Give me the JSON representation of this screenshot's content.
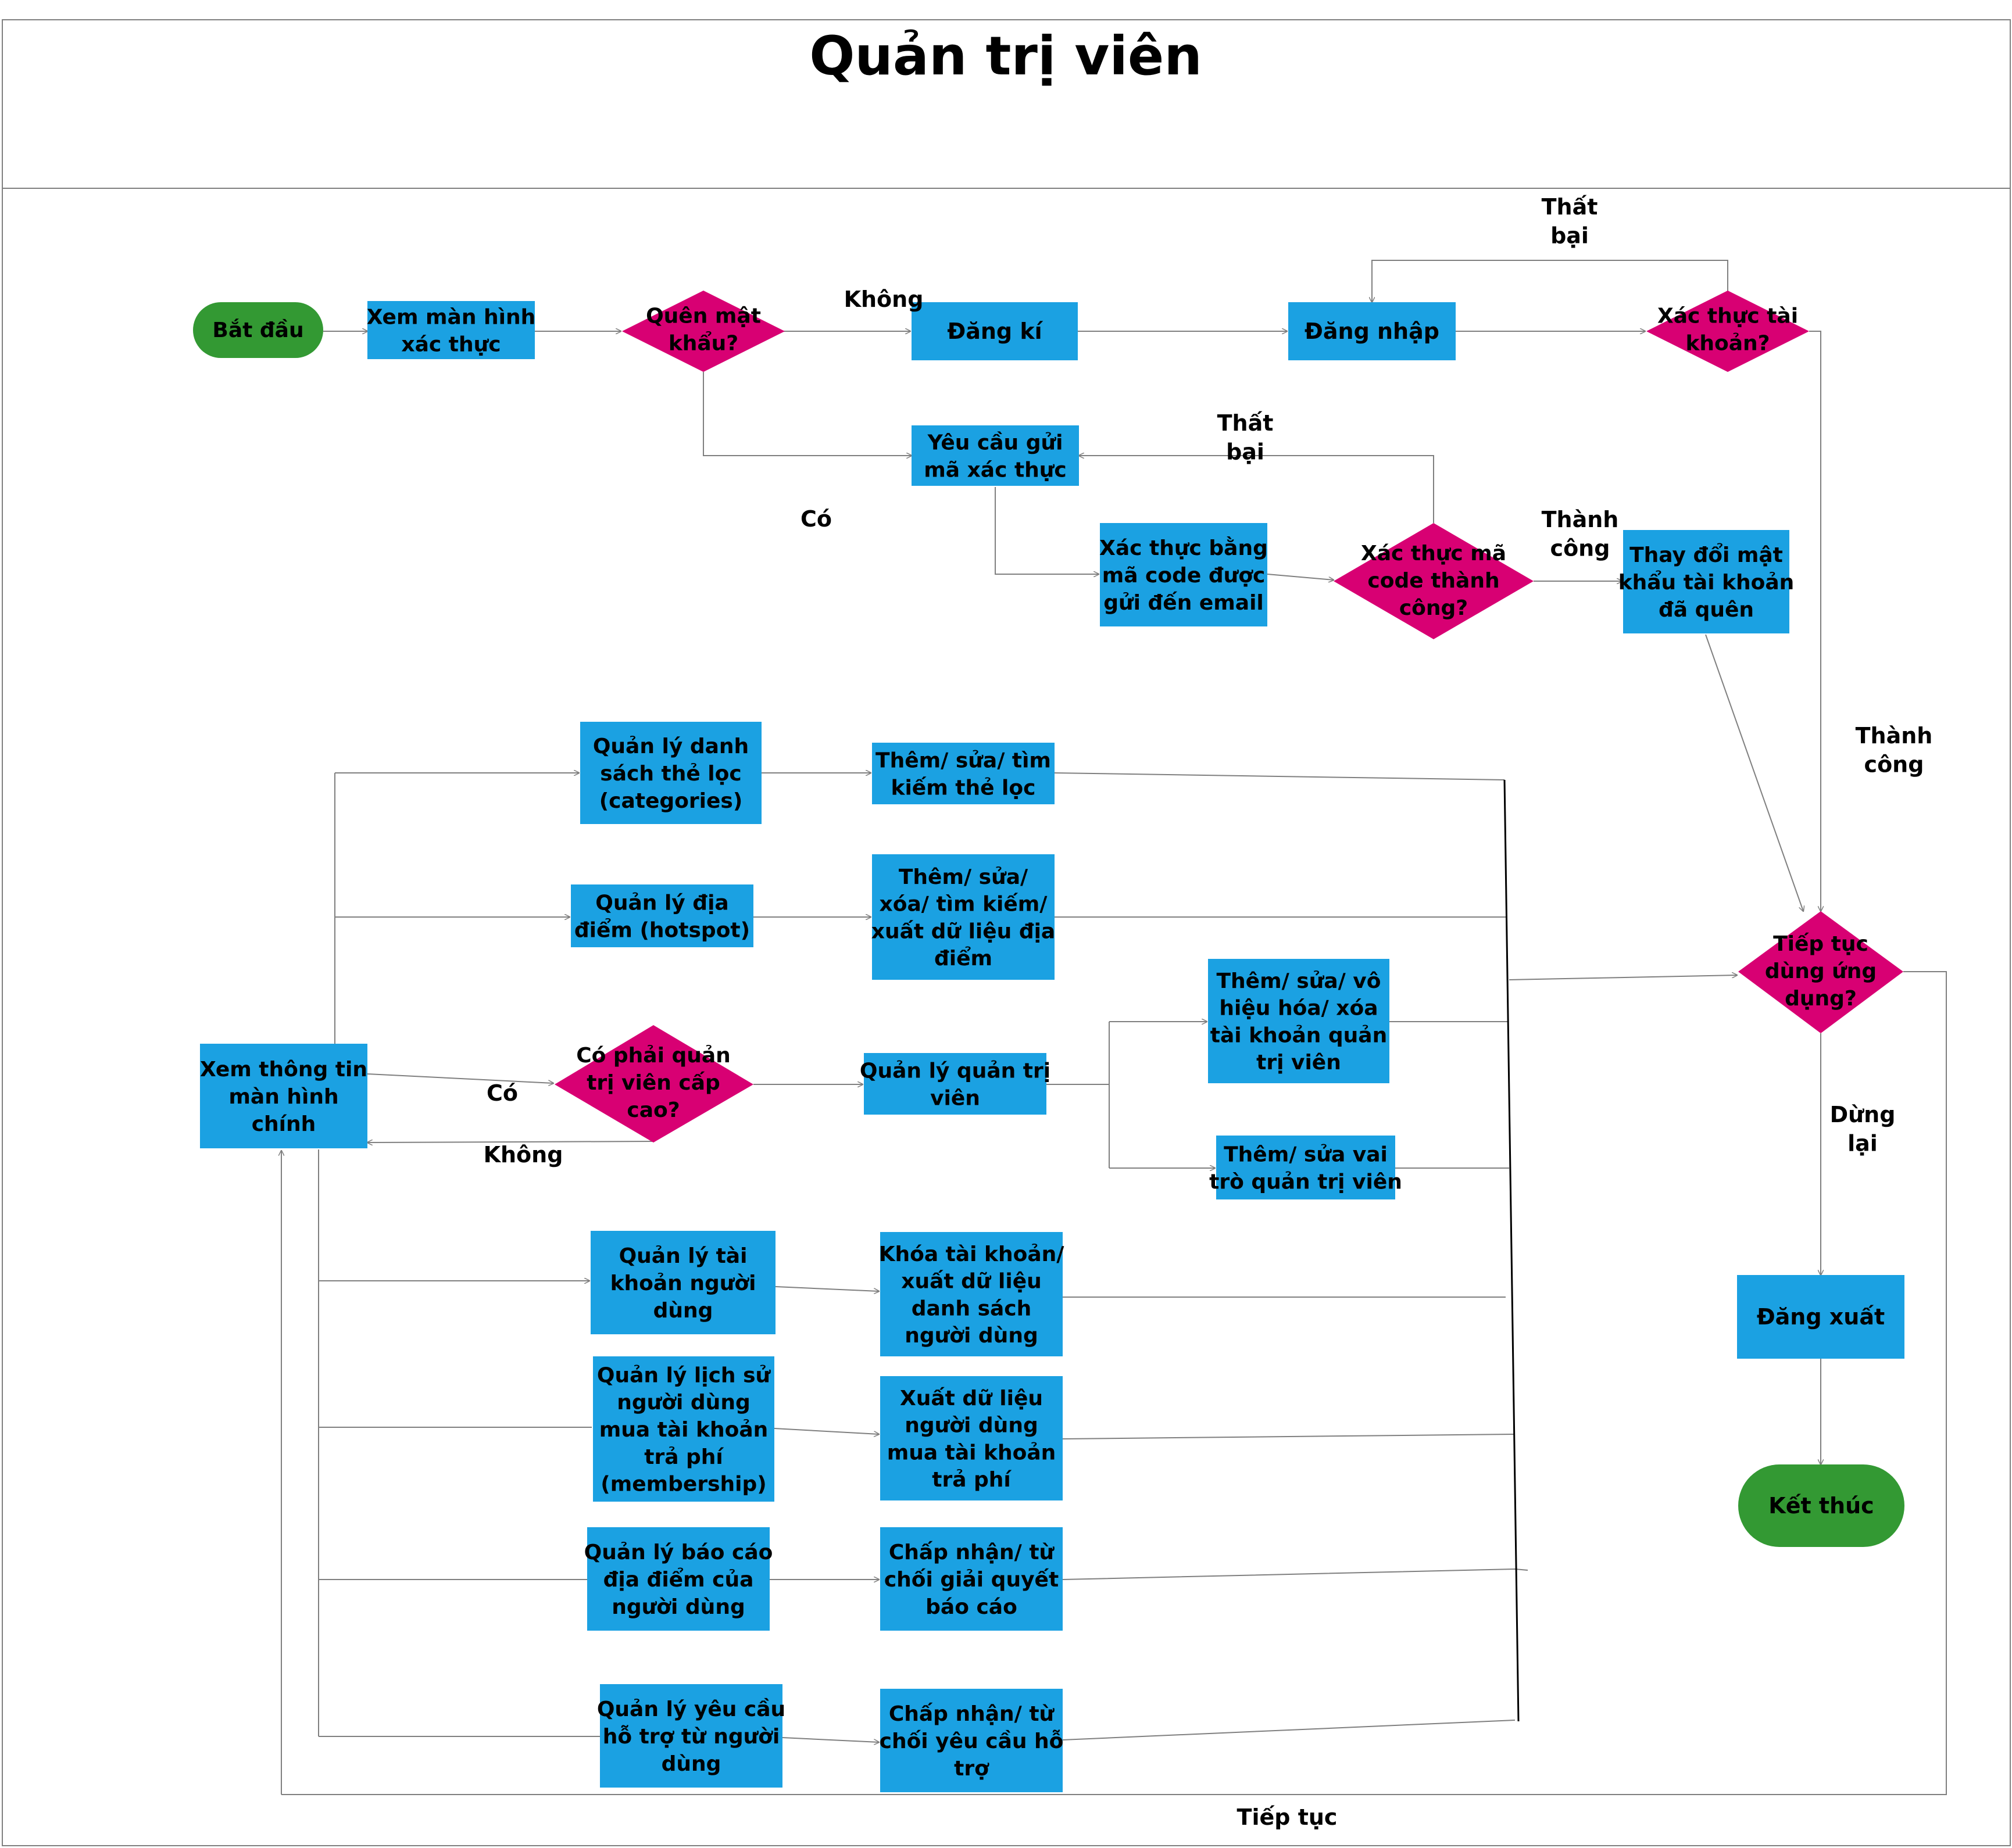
{
  "title": "Quản trị viên",
  "colors": {
    "process": "#1ba1e2",
    "decision": "#d80073",
    "terminator": "#339933",
    "connector": "#7f7f7f",
    "text": "#000000"
  },
  "nodes": {
    "start": "Bắt đầu",
    "view_auth": [
      "Xem màn hình",
      "xác thực"
    ],
    "forgot_pw": [
      "Quên mật",
      "khẩu?"
    ],
    "register": "Đăng kí",
    "login": "Đăng nhập",
    "verify_account": [
      "Xác thực tài",
      "khoản?"
    ],
    "request_code": [
      "Yêu cầu gửi",
      "mã xác thực"
    ],
    "verify_email_code": [
      "Xác thực bằng",
      "mã code được",
      "gửi đến email"
    ],
    "code_ok": [
      "Xác thực mã",
      "code thành",
      "công?"
    ],
    "change_pw": [
      "Thay đổi mật",
      "khẩu tài khoản",
      "đã quên"
    ],
    "manage_categories": [
      "Quản lý danh",
      "sách thẻ lọc",
      "(categories)"
    ],
    "cat_actions": [
      "Thêm/ sửa/ tìm",
      "kiếm thẻ lọc"
    ],
    "manage_hotspot": [
      "Quản lý địa",
      "điểm (hotspot)"
    ],
    "hotspot_actions": [
      "Thêm/ sửa/",
      "xóa/ tìm kiếm/",
      "xuất dữ liệu địa",
      "điểm"
    ],
    "main_screen": [
      "Xem thông tin",
      "màn hình",
      "chính"
    ],
    "is_super_admin": [
      "Có phải quản",
      "trị viên cấp",
      "cao?"
    ],
    "manage_admins": [
      "Quản lý quản trị",
      "viên"
    ],
    "admin_accounts": [
      "Thêm/ sửa/ vô",
      "hiệu hóa/ xóa",
      "tài khoản quản",
      "trị viên"
    ],
    "admin_roles": [
      "Thêm/ sửa vai",
      "trò quản trị viên"
    ],
    "manage_users": [
      "Quản lý tài",
      "khoản người",
      "dùng"
    ],
    "user_actions": [
      "Khóa tài khoản/",
      "xuất dữ liệu",
      "danh sách",
      "người dùng"
    ],
    "manage_membership": [
      "Quản lý lịch sử",
      "người dùng",
      "mua tài khoản",
      "trả phí",
      "(membership)"
    ],
    "membership_actions": [
      "Xuất dữ liệu",
      "người dùng",
      "mua tài khoản",
      "trả phí"
    ],
    "manage_reports": [
      "Quản lý báo cáo",
      "địa điểm của",
      "người dùng"
    ],
    "report_actions": [
      "Chấp nhận/ từ",
      "chối giải quyết",
      "báo cáo"
    ],
    "manage_support": [
      "Quản lý yêu cầu",
      "hỗ trợ từ người",
      "dùng"
    ],
    "support_actions": [
      "Chấp nhận/ từ",
      "chối yêu cầu hỗ",
      "trợ"
    ],
    "continue_app": [
      "Tiếp tục",
      "dùng ứng",
      "dụng?"
    ],
    "logout": "Đăng xuất",
    "end": "Kết thúc"
  },
  "edge_labels": {
    "no_forgot": "Không",
    "yes_forgot": "Có",
    "fail_login": [
      "Thất",
      "bại"
    ],
    "fail_code": [
      "Thất",
      "bại"
    ],
    "success_code": [
      "Thành",
      "công"
    ],
    "success_login": [
      "Thành",
      "công"
    ],
    "yes_super": "Có",
    "no_super": "Không",
    "stop": [
      "Dừng",
      "lại"
    ],
    "continue": "Tiếp tục"
  }
}
